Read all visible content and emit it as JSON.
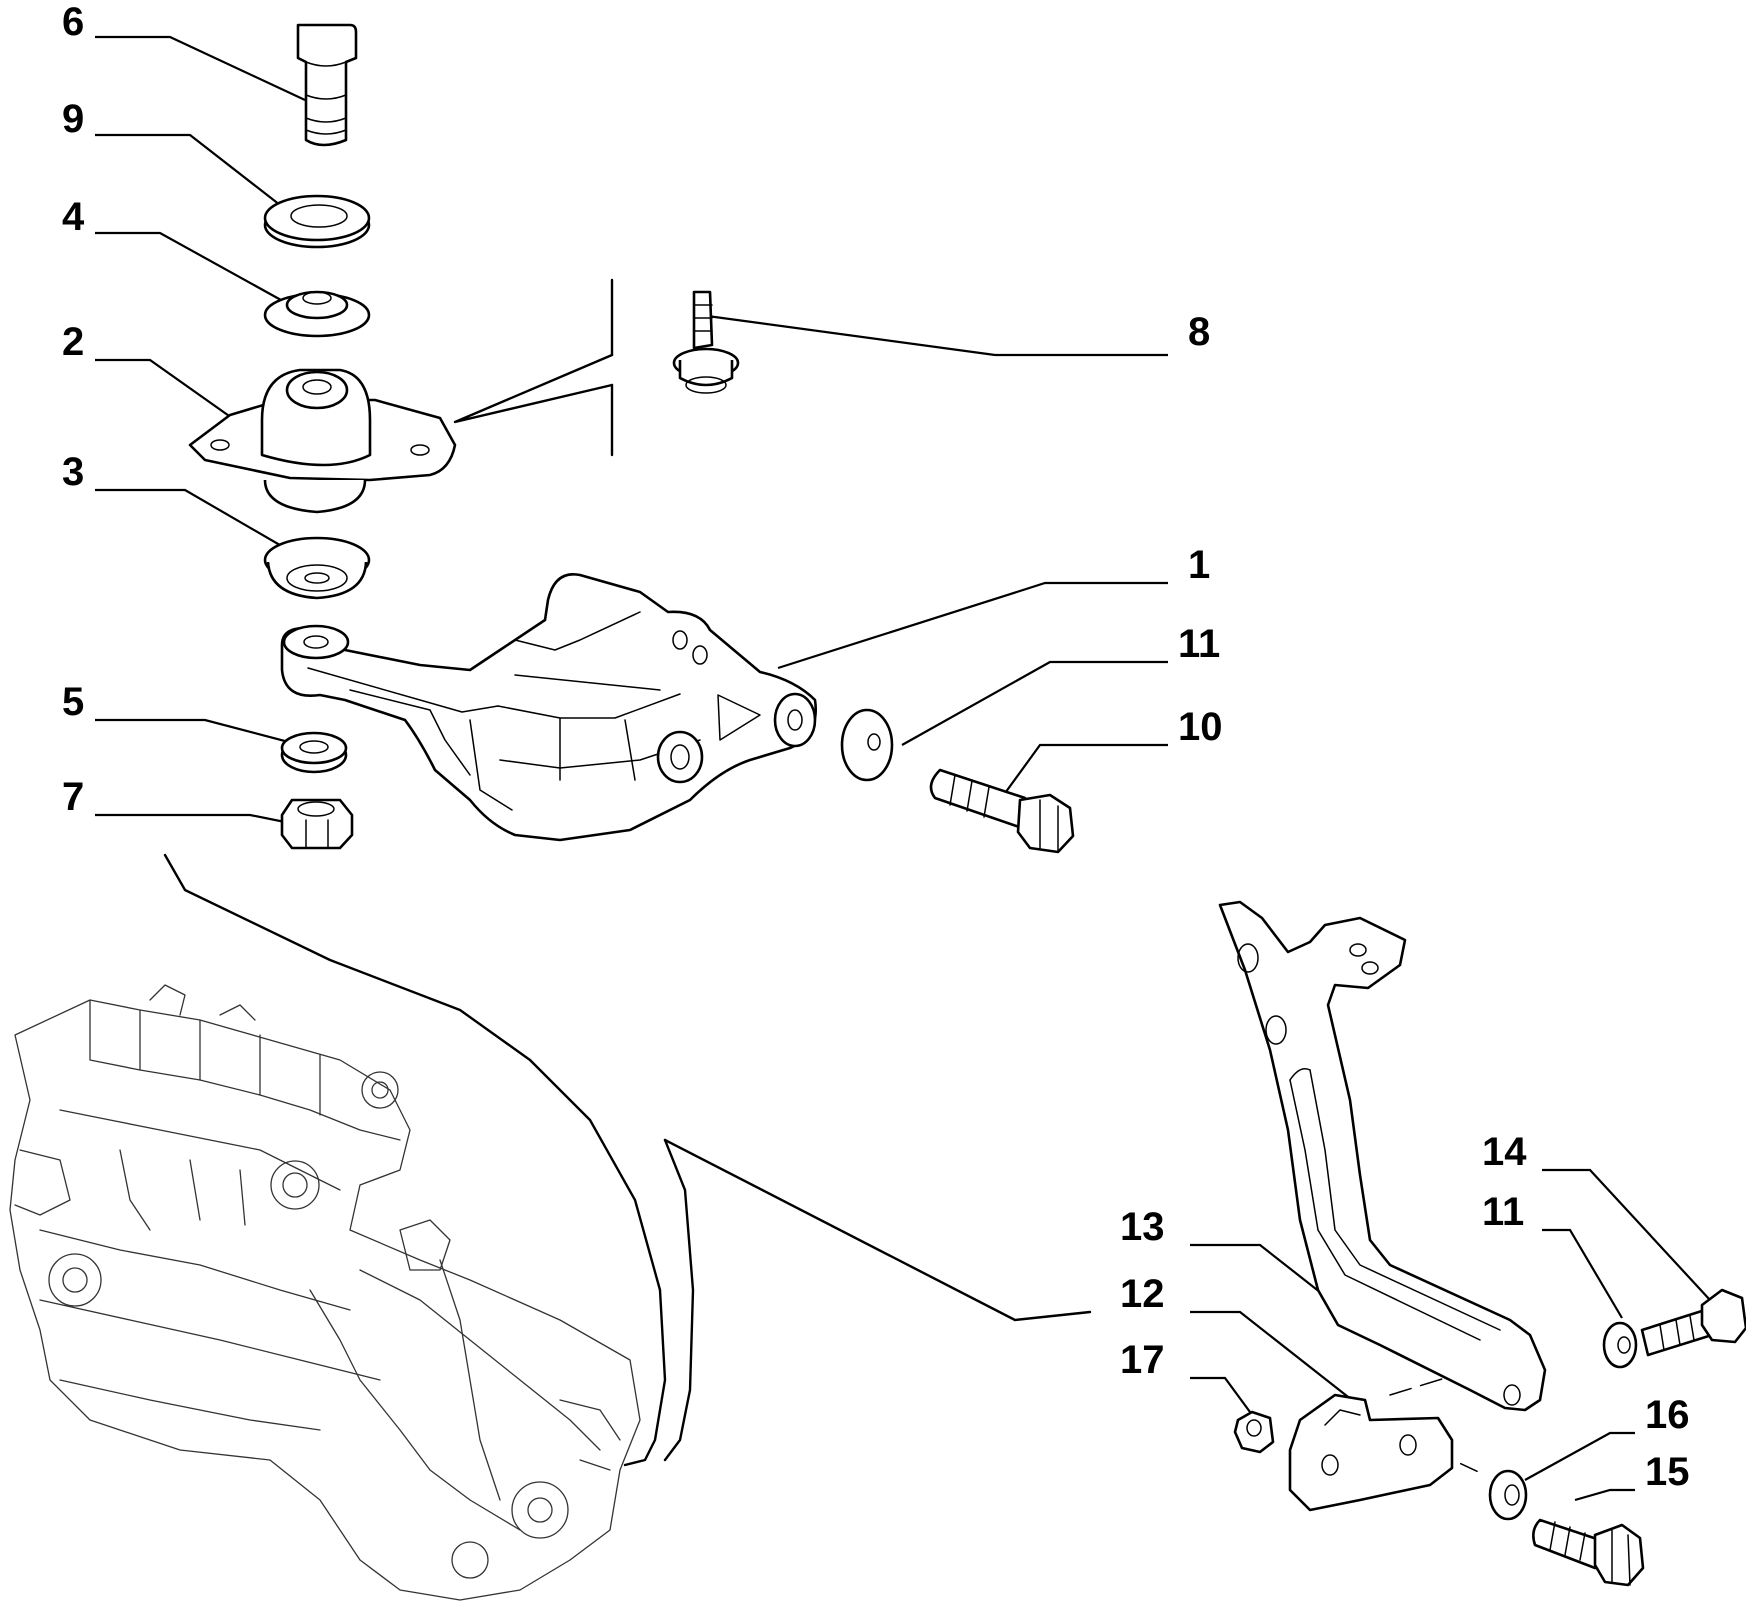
{
  "callouts": [
    {
      "id": "c6",
      "label": "6"
    },
    {
      "id": "c9",
      "label": "9"
    },
    {
      "id": "c4",
      "label": "4"
    },
    {
      "id": "c2",
      "label": "2"
    },
    {
      "id": "c3",
      "label": "3"
    },
    {
      "id": "c5",
      "label": "5"
    },
    {
      "id": "c7",
      "label": "7"
    },
    {
      "id": "c8",
      "label": "8"
    },
    {
      "id": "c1",
      "label": "1"
    },
    {
      "id": "c11a",
      "label": "11"
    },
    {
      "id": "c10",
      "label": "10"
    },
    {
      "id": "c14",
      "label": "14"
    },
    {
      "id": "c11b",
      "label": "11"
    },
    {
      "id": "c13",
      "label": "13"
    },
    {
      "id": "c12",
      "label": "12"
    },
    {
      "id": "c17",
      "label": "17"
    },
    {
      "id": "c16",
      "label": "16"
    },
    {
      "id": "c15",
      "label": "15"
    }
  ]
}
